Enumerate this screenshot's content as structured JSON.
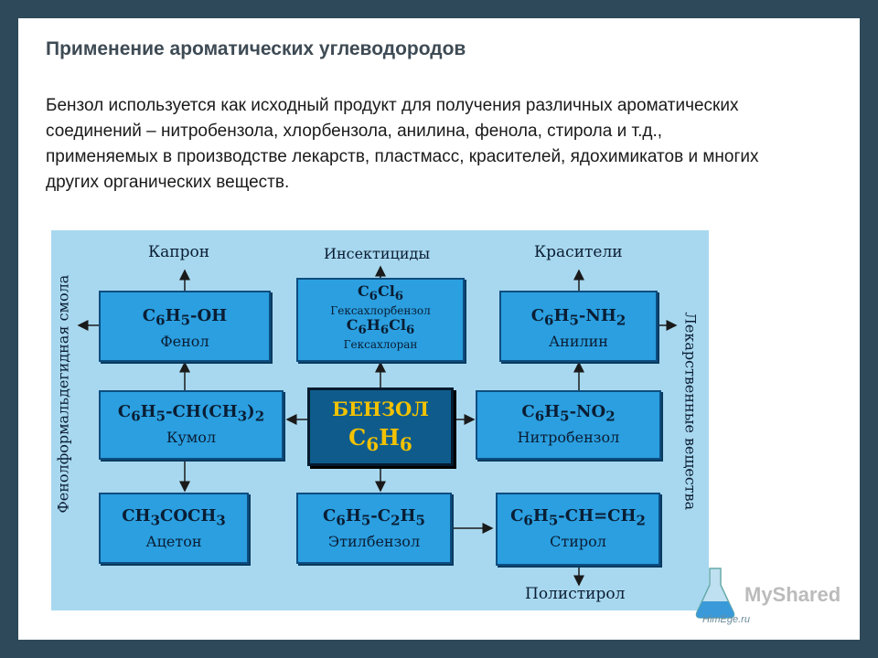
{
  "title": "Применение ароматических углеводородов",
  "body": "Бензол используется как исходный продукт для получения различных ароматических соединений – нитробензола, хлорбензола, анилина, фенола, стирола и т.д., применяемых в производстве лекарств, пластмасс, красителей, ядохимикатов и многих других органических веществ.",
  "diagram": {
    "center": {
      "label": "БЕНЗОЛ",
      "formula": "C6H6"
    },
    "top_labels": {
      "left": "Капрон",
      "middle": "Инсектициды",
      "right": "Красители"
    },
    "bottom_label": "Полистирол",
    "left_vertical": "Фенолформальдегидная смола",
    "right_vertical": "Лекарственные вещества",
    "boxes": {
      "phenol": {
        "formula": "C6H5-OH",
        "name": "Фенол"
      },
      "hexachlor": {
        "formula1": "C6Cl6",
        "name1": "Гексахлорбензол",
        "formula2": "C6H6Cl6",
        "name2": "Гексахлоран"
      },
      "aniline": {
        "formula": "C6H5-NH2",
        "name": "Анилин"
      },
      "cumene": {
        "formula": "C6H5-CH(CH3)2",
        "name": "Кумол"
      },
      "nitrobenzene": {
        "formula": "C6H5-NO2",
        "name": "Нитробензол"
      },
      "acetone": {
        "formula": "CH3COCH3",
        "name": "Ацетон"
      },
      "ethylbenzene": {
        "formula": "C6H5-C2H5",
        "name": "Этилбензол"
      },
      "styrene": {
        "formula": "C6H5-CH=CH2",
        "name": "Стирол"
      }
    }
  },
  "watermark": "MyShared",
  "watermark_sub": "HimEge.ru",
  "colors": {
    "background": "#2e4a5a",
    "diagram": "#a8d8ef",
    "box": "#2b9fe0",
    "center": "#0f5c8c",
    "center_text": "#f2c200"
  }
}
